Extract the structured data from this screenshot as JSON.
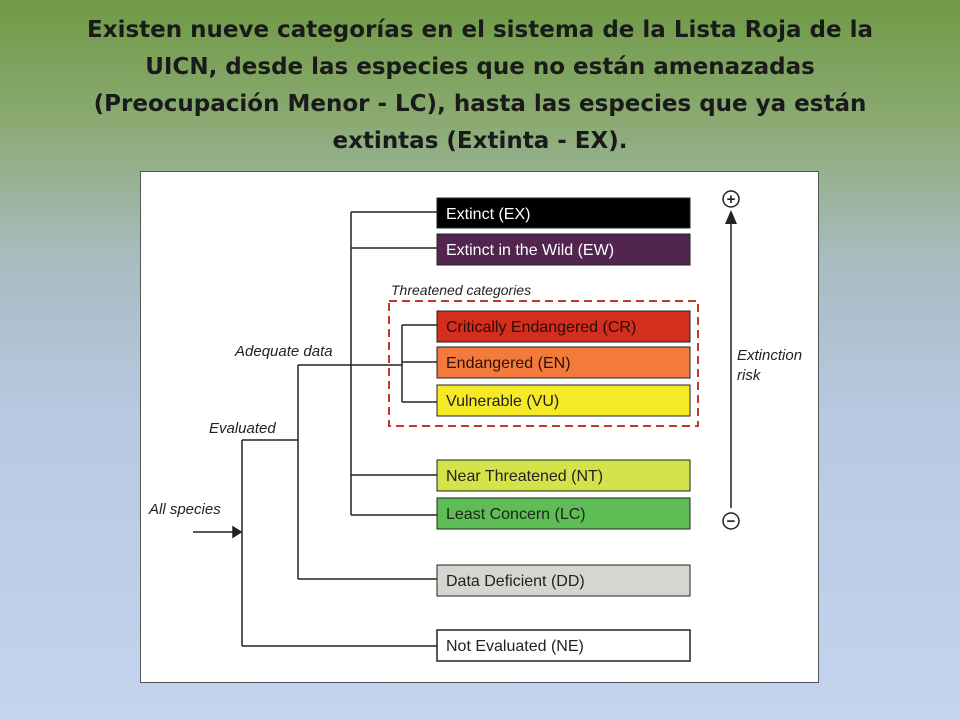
{
  "title_lines": [
    "Existen nueve categorías en el sistema de la Lista Roja de la",
    "UICN, desde las especies que no están amenazadas",
    "(Preocupación Menor - LC), hasta las especies que ya están",
    "extintas (Extinta - EX)."
  ],
  "diagram": {
    "labels": {
      "all_species": "All species",
      "evaluated": "Evaluated",
      "adequate_data": "Adequate data",
      "threatened": "Threatened categories",
      "extinction": "Extinction",
      "risk": "risk",
      "plus": "+",
      "minus": "−"
    },
    "categories": {
      "ex": {
        "label": "Extinct (EX)",
        "fill": "#000000",
        "text_color": "#ffffff"
      },
      "ew": {
        "label": "Extinct in the Wild (EW)",
        "fill": "#52254f",
        "text_color": "#ffffff"
      },
      "cr": {
        "label": "Critically Endangered (CR)",
        "fill": "#d42e1e",
        "text_color": "#2a0b06"
      },
      "en": {
        "label": "Endangered (EN)",
        "fill": "#f47a3c",
        "text_color": "#2a1206"
      },
      "vu": {
        "label": "Vulnerable (VU)",
        "fill": "#f5ea25",
        "text_color": "#222222"
      },
      "nt": {
        "label": "Near Threatened (NT)",
        "fill": "#d5e34a",
        "text_color": "#222222"
      },
      "lc": {
        "label": "Least Concern (LC)",
        "fill": "#5ebd55",
        "text_color": "#222222"
      },
      "dd": {
        "label": "Data Deficient (DD)",
        "fill": "#d6d6d0",
        "text_color": "#222222"
      },
      "ne": {
        "label": "Not Evaluated (NE)",
        "fill": "#ffffff",
        "text_color": "#222222"
      }
    },
    "colors": {
      "line": "#222222",
      "dashed_border": "#c0392b"
    }
  }
}
